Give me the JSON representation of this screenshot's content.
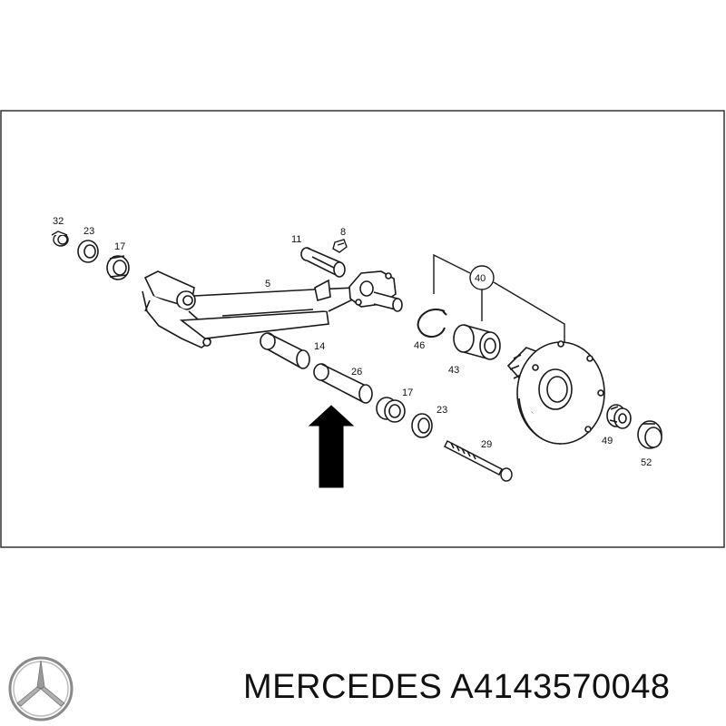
{
  "diagram": {
    "callouts": {
      "c32": "32",
      "c23a": "23",
      "c17a": "17",
      "c11": "11",
      "c8": "8",
      "c5": "5",
      "c14": "14",
      "c26": "26",
      "c17b": "17",
      "c23b": "23",
      "c29": "29",
      "c40": "40",
      "c46": "46",
      "c43": "43",
      "c49": "49",
      "c52": "52"
    },
    "colors": {
      "line": "#1a1a1a",
      "frame": "#333333",
      "arrow": "#000000"
    }
  },
  "footer": {
    "logo_icon": "mercedes-star-icon",
    "caption": "MERCEDES A4143570048"
  }
}
